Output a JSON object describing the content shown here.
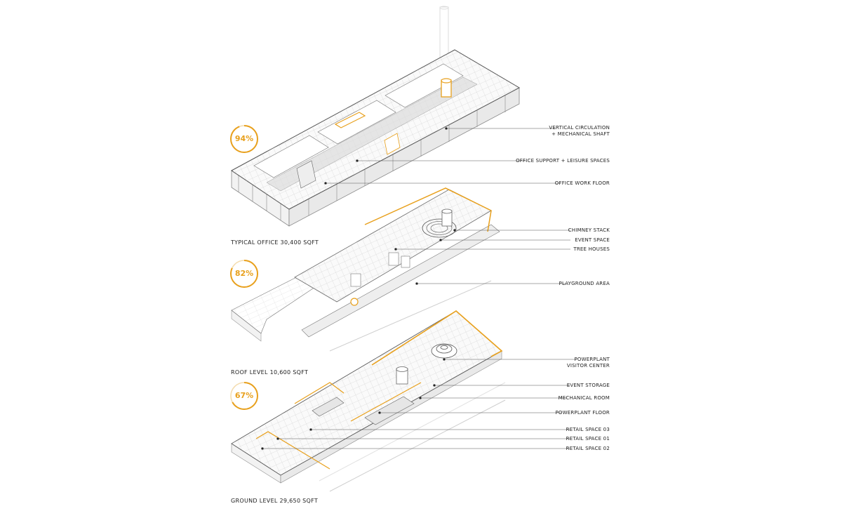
{
  "accent_color": "#e8a01c",
  "levels": [
    {
      "title": "TYPICAL OFFICE 30,400 SQFT",
      "percent": "94%",
      "percent_value": 94,
      "callouts": [
        {
          "text": "VERTICAL CIRCULATION\n+ MECHANICAL SHAFT"
        },
        {
          "text": "OFFICE SUPPORT + LEISURE SPACES"
        },
        {
          "text": "OFFICE WORK FLOOR"
        }
      ]
    },
    {
      "title": "ROOF LEVEL 10,600 SQFT",
      "percent": "82%",
      "percent_value": 82,
      "callouts": [
        {
          "text": "CHIMNEY STACK"
        },
        {
          "text": "EVENT SPACE"
        },
        {
          "text": "TREE HOUSES"
        },
        {
          "text": "PLAYGROUND AREA"
        }
      ]
    },
    {
      "title": "GROUND LEVEL 29,650 SQFT",
      "percent": "67%",
      "percent_value": 67,
      "callouts": [
        {
          "text": "POWERPLANT\nVISITOR CENTER"
        },
        {
          "text": "EVENT STORAGE"
        },
        {
          "text": "MECHANICAL ROOM"
        },
        {
          "text": "POWERPLANT FLOOR"
        },
        {
          "text": "RETAIL SPACE 03"
        },
        {
          "text": "RETAIL SPACE 01"
        },
        {
          "text": "RETAIL SPACE 02"
        }
      ]
    }
  ]
}
